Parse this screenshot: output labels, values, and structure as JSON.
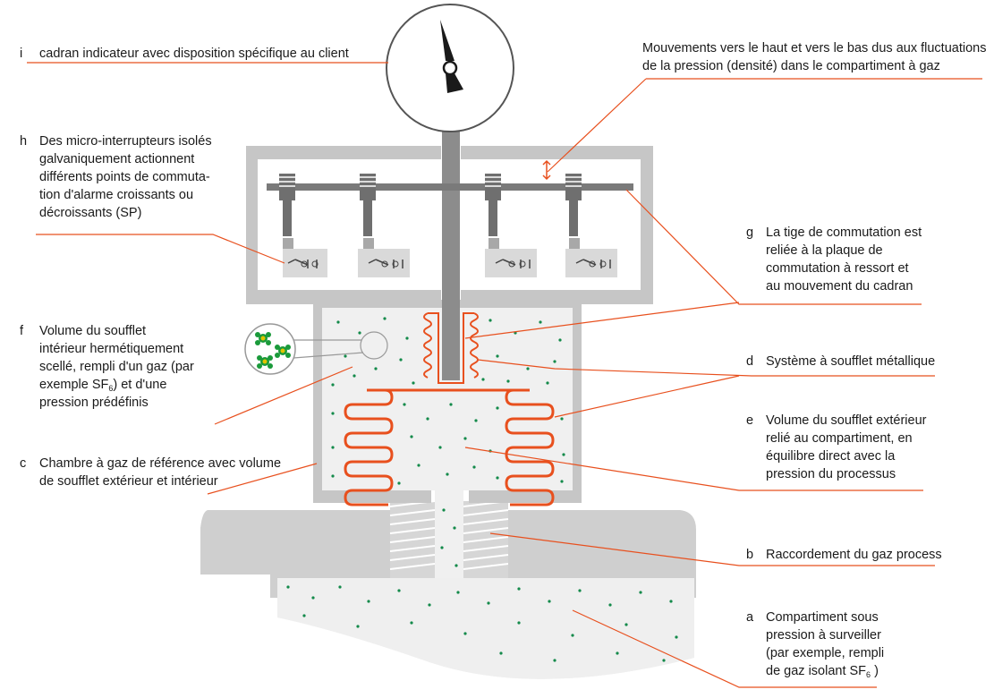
{
  "labels": {
    "i": {
      "letter": "i",
      "text": "cadran indicateur avec disposition spécifique au client"
    },
    "h": {
      "letter": "h",
      "lines": [
        "Des micro-interrupteurs isolés",
        "galvaniquement actionnent",
        "différents points de commuta-",
        "tion d'alarme croissants ou",
        "décroissants (SP)"
      ]
    },
    "top": {
      "lines": [
        "Mouvements vers le haut et vers le bas dus aux fluctuations",
        "de la pression (densité) dans le compartiment à gaz"
      ]
    },
    "g": {
      "letter": "g",
      "lines": [
        "La tige de commutation est",
        "reliée à la plaque de",
        "commutation à ressort et",
        "au mouvement du cadran"
      ]
    },
    "f": {
      "letter": "f",
      "lines": [
        "Volume du soufflet",
        "intérieur hermétiquement",
        "scellé, rempli d'un gaz (par"
      ],
      "line4_prefix": "exemple SF",
      "line4_sub": "6",
      "line4_suffix": ") et d'une",
      "line5": "pression prédéfinis"
    },
    "d": {
      "letter": "d",
      "text": "Système à soufflet métallique"
    },
    "e": {
      "letter": "e",
      "lines": [
        "Volume du soufflet extérieur",
        "relié au compartiment, en",
        "équilibre direct avec la",
        "pression du processus"
      ]
    },
    "c": {
      "letter": "c",
      "lines": [
        "Chambre à gaz de référence avec volume",
        "de soufflet extérieur et intérieur"
      ]
    },
    "b": {
      "letter": "b",
      "text": "Raccordement du gaz process"
    },
    "a": {
      "letter": "a",
      "lines": [
        "Compartiment sous",
        "pression à surveiller",
        "(par exemple, rempli"
      ],
      "line4_prefix": "de gaz isolant SF",
      "line4_sub": "6",
      "line4_suffix": " )"
    }
  },
  "colors": {
    "accent": "#e8501e",
    "housing": "#c6c6c6",
    "housing_fill": "#f0f0f0",
    "gas_dot": "#138a4a",
    "metal": "#6f6f6f"
  }
}
